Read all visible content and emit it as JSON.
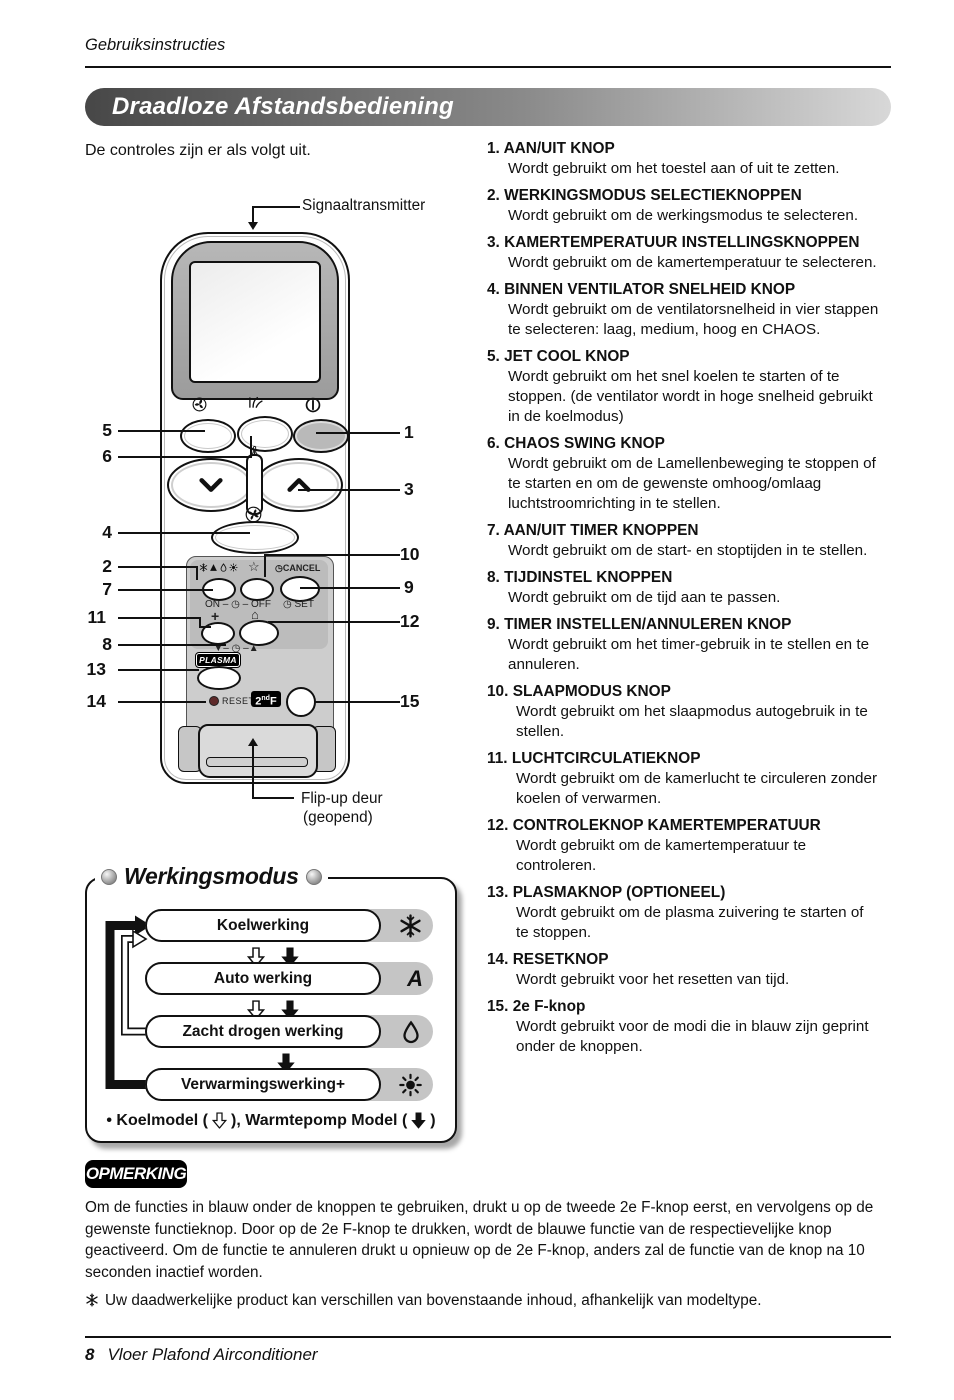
{
  "page": {
    "header_label": "Gebruiksinstructies",
    "title": "Draadloze Afstandsbediening",
    "intro": "De controles zijn er als volgt uit."
  },
  "right_column": {
    "items": [
      {
        "num": "1.",
        "title": "AAN/UIT KNOP",
        "desc": "Wordt gebruikt om het toestel aan of uit te zetten."
      },
      {
        "num": "2.",
        "title": "WERKINGSMODUS SELECTIEKNOPPEN",
        "desc": "Wordt gebruikt om de werkingsmodus te selecteren."
      },
      {
        "num": "3.",
        "title": "KAMERTEMPERATUUR INSTELLINGSKNOPPEN",
        "desc": "Wordt gebruikt om de kamertemperatuur te selecteren."
      },
      {
        "num": "4.",
        "title": "BINNEN VENTILATOR SNELHEID KNOP",
        "desc": "Wordt gebruikt om de ventilatorsnelheid in vier stappen te selecteren: laag, medium, hoog en CHAOS."
      },
      {
        "num": "5.",
        "title": "JET COOL KNOP",
        "desc": "Wordt gebruikt om het snel koelen te starten of te stoppen. (de ventilator wordt in hoge snelheid gebruikt in de koelmodus)"
      },
      {
        "num": "6.",
        "title": "CHAOS SWING KNOP",
        "desc": "Wordt gebruikt om de Lamellenbeweging te stoppen of te starten en om de gewenste omhoog/omlaag luchtstroomrichting in te stellen."
      },
      {
        "num": "7.",
        "title": "AAN/UIT TIMER KNOPPEN",
        "desc": "Wordt gebruikt om de start- en stoptijden in te stellen."
      },
      {
        "num": "8.",
        "title": "TIJDINSTEL KNOPPEN",
        "desc": "Wordt gebruikt om de tijd aan te passen."
      },
      {
        "num": "9.",
        "title": "TIMER INSTELLEN/ANNULEREN KNOP",
        "desc": "Wordt gebruikt om het timer-gebruik in te stellen en te annuleren."
      },
      {
        "num": "10.",
        "title": "SLAAPMODUS KNOP",
        "desc": "Wordt gebruikt om het slaapmodus autogebruik in te stellen."
      },
      {
        "num": "11.",
        "title": "LUCHTCIRCULATIEKNOP",
        "desc": "Wordt gebruikt om de kamerlucht te circuleren zonder koelen of verwarmen."
      },
      {
        "num": "12.",
        "title": "CONTROLEKNOP KAMERTEMPERATUUR",
        "desc": "Wordt gebruikt om de kamertemperatuur te controleren."
      },
      {
        "num": "13.",
        "title": "PLASMAKNOP (OPTIONEEL)",
        "desc": "Wordt gebruikt om de plasma zuivering te starten of te stoppen."
      },
      {
        "num": "14.",
        "title": "RESETKNOP",
        "desc": "Wordt gebruikt voor het resetten van tijd."
      },
      {
        "num": "15.",
        "title": "2e F-knop",
        "desc": "Wordt gebruikt voor de modi die in blauw zijn geprint onder de knoppen."
      }
    ]
  },
  "figure": {
    "transmitter_label": "Signaaltransmitter",
    "flip_door_label_line1": "Flip-up deur",
    "flip_door_label_line2": "(geopend)",
    "callouts": [
      "1",
      "2",
      "3",
      "4",
      "5",
      "6",
      "7",
      "8",
      "9",
      "10",
      "11",
      "12",
      "13",
      "14",
      "15"
    ],
    "panel": {
      "star": "☆",
      "cancel_label": "◷CANCEL",
      "on_off_label": "ON – ◷ – OFF",
      "set_label": "◷ SET",
      "circulate_icon_text": "+",
      "house_icon_text": "⌂",
      "time_adjust_label": "▼– ◷ –▲",
      "plasma_label": "PLASMA",
      "reset_label": "RESET",
      "second_f": {
        "base": "2",
        "sup": "nd",
        "suffix": "F"
      }
    },
    "icons": {
      "top_left": "jet-cool-fan-icon",
      "top_mid": "chaos-swing-icon",
      "top_right": "power-icon",
      "temp": "thermometer-icon",
      "fan_speed": "fan-speed-icon",
      "mode_row": "snowflake-auto-drop-sun-icons"
    }
  },
  "mode_box": {
    "title": "Werkingsmodus",
    "modes": [
      {
        "label": "Koelwerking",
        "icon": "snowflake-icon"
      },
      {
        "label": "Auto werking",
        "icon": "auto-a-icon"
      },
      {
        "label": "Zacht drogen werking",
        "icon": "water-drop-icon"
      },
      {
        "label": "Verwarmingswerking+",
        "icon": "sun-icon"
      }
    ],
    "auto_icon_letter": "A",
    "note_pre": "• Koelmodel (",
    "note_mid": "), Warmtepomp Model (",
    "note_end": ")"
  },
  "note": {
    "badge": "OPMERKING",
    "body": "Om de functies in blauw onder de knoppen te gebruiken, drukt u op de tweede 2e F-knop eerst, en vervolgens op de gewenste functieknop. Door op de 2e F-knop te drukken, wordt de blauwe functie van de respectievelijke knop geactiveerd. Om de functie te annuleren drukt u opnieuw op de 2e F-knop, anders zal de functie van de knop na 10 seconden inactief worden.",
    "disclaimer": "Uw daadwerkelijke product kan verschillen van bovenstaande inhoud, afhankelijk van modeltype."
  },
  "footer": {
    "page_number": "8",
    "text": "Vloer Plafond Airconditioner"
  },
  "colors": {
    "title_bar_dark": "#474747",
    "title_bar_light": "#d8d8d8",
    "bezel_gray": "#a6a6a6",
    "panel_gray": "#cdcdcd",
    "text": "#111111"
  }
}
